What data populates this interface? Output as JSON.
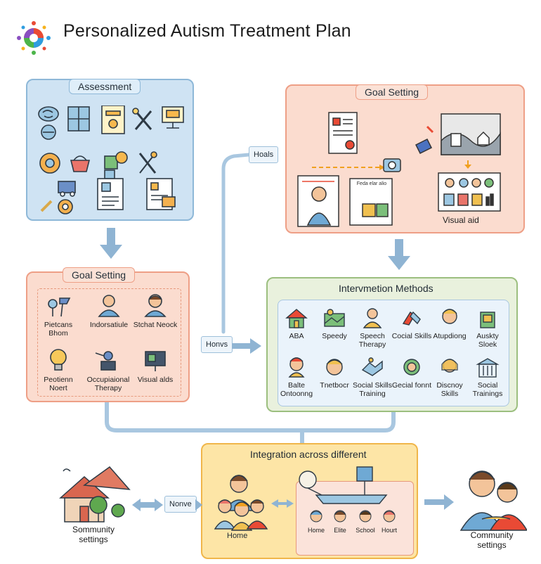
{
  "title": "Personalized Autism Treatment Plan",
  "assessment": {
    "label": "Assessment"
  },
  "goal_setting_right": {
    "label": "Goal Setting",
    "sheet_title": "Feda elar alio",
    "visual_aid": "Visual aid"
  },
  "hoals_tag": "Hoals",
  "goal_setting_left": {
    "label": "Goal Setting",
    "items": [
      {
        "label": "Pietcans Bhom"
      },
      {
        "label": "Indorsatiule"
      },
      {
        "label": "Stchat Neock"
      },
      {
        "label": "Peotienn Noert"
      },
      {
        "label": "Occupiaional Therapy"
      },
      {
        "label": "Visual alds"
      }
    ]
  },
  "honvs_tag": "Honvs",
  "intervention": {
    "label": "Intervmetion Methods",
    "items": [
      {
        "label": "ABA"
      },
      {
        "label": "Speedy"
      },
      {
        "label": "Speech Therapy"
      },
      {
        "label": "Cocial Skills"
      },
      {
        "label": "Atupdiong"
      },
      {
        "label": "Auskty Sloek"
      },
      {
        "label": "Balte Ontoonng"
      },
      {
        "label": "Tnetbocr"
      },
      {
        "label": "Social Skills Training"
      },
      {
        "label": "Gecial fonnt"
      },
      {
        "label": "Discnoy Skills"
      },
      {
        "label": "Social Trainings"
      }
    ]
  },
  "integration": {
    "label": "Integration across different",
    "home": "Home",
    "places": [
      "Home",
      "Elite",
      "School",
      "Hourt"
    ]
  },
  "nonve_tag": "Nonve",
  "community_left": "Sommunity settings",
  "community_right": "Community settings",
  "colors": {
    "blue": "#cfe3f3",
    "salmon": "#fbdccf",
    "green": "#e9f1dd",
    "yellow": "#fde5a6",
    "arrow": "#8fb4d3"
  }
}
